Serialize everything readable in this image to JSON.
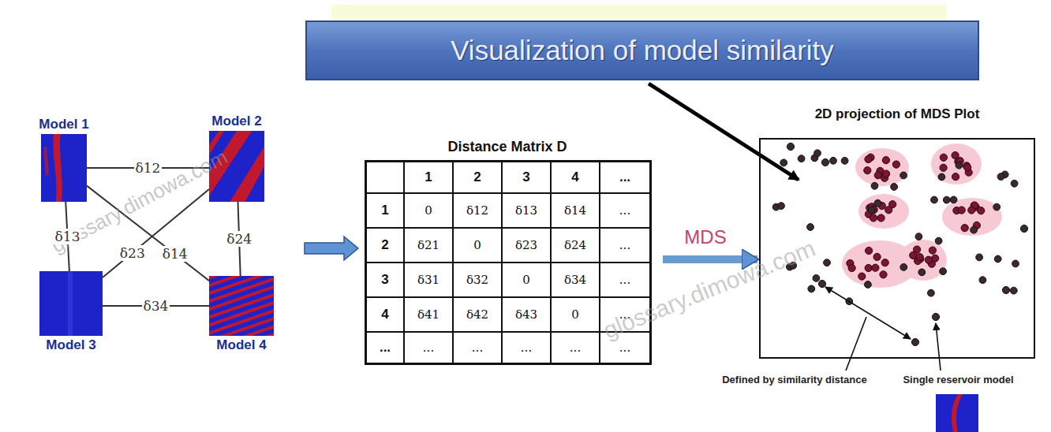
{
  "diagram": {
    "title": "Visualization of model similarity",
    "nodes": [
      {
        "text": [
          "Model 1"
        ]
      },
      {
        "text": [
          "Model 2"
        ]
      },
      {
        "text": [
          "Model 3"
        ]
      },
      {
        "text": [
          "Model 4"
        ]
      },
      {
        "text": [
          "Distance Matrix D"
        ]
      },
      {
        "text": [
          "2D projection of MDS Plot"
        ]
      }
    ],
    "edges": [
      {
        "from": 0,
        "to": 1,
        "label": "δ12",
        "arrow": "none"
      },
      {
        "from": 0,
        "to": 2,
        "label": "δ13",
        "arrow": "none"
      },
      {
        "from": 0,
        "to": 3,
        "label": "δ14",
        "arrow": "none"
      },
      {
        "from": 1,
        "to": 2,
        "label": "δ23",
        "arrow": "none"
      },
      {
        "from": 1,
        "to": 3,
        "label": "δ24",
        "arrow": "none"
      },
      {
        "from": 2,
        "to": 3,
        "label": "δ34",
        "arrow": "none"
      },
      {
        "from": 4,
        "to": 5,
        "label": "MDS",
        "arrow": "to"
      }
    ],
    "labels": [
      "1",
      "2",
      "3",
      "4",
      "...",
      "1",
      "0",
      "δ12",
      "δ13",
      "δ14",
      "...",
      "2",
      "δ21",
      "0",
      "δ23",
      "δ24",
      "...",
      "3",
      "δ31",
      "δ32",
      "0",
      "δ34",
      "...",
      "4",
      "δ41",
      "δ42",
      "δ43",
      "0",
      "...",
      "...",
      "...",
      "...",
      "...",
      "...",
      "...",
      "Defined by similarity distance",
      "Single reservoir model",
      "glossary.dimowa.com",
      "glossary.dimowa.com"
    ]
  }
}
